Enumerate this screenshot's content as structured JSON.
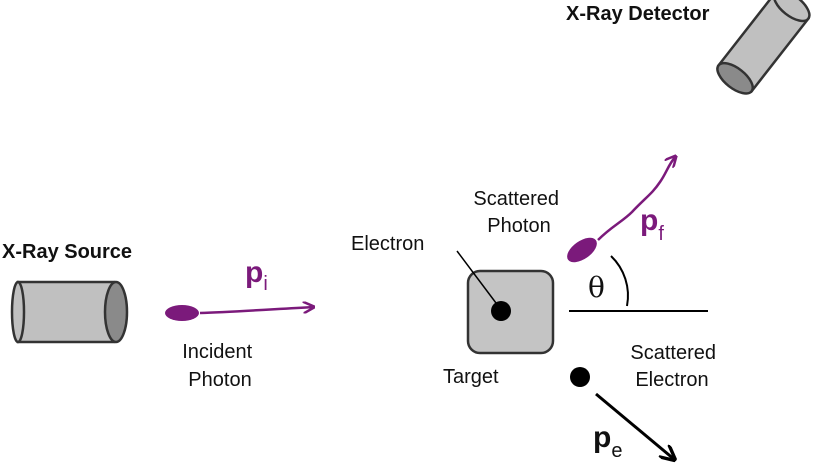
{
  "labels": {
    "detector": "X-Ray Detector",
    "source": "X-Ray Source",
    "incident_1": "Incident",
    "incident_2": "Photon",
    "scattered_photon_1": "Scattered",
    "scattered_photon_2": "Photon",
    "electron": "Electron",
    "target": "Target",
    "scattered_electron_1": "Scattered",
    "scattered_electron_2": "Electron",
    "angle": "θ"
  },
  "momenta": {
    "incident": {
      "symbol": "p",
      "subscript": "i"
    },
    "scattered_photon": {
      "symbol": "p",
      "subscript": "f"
    },
    "electron": {
      "symbol": "p",
      "subscript": "e"
    }
  },
  "colors": {
    "photon": "#7b1a7b",
    "cylinder_body": "#c0c0c0",
    "cylinder_end": "#8a8a8a",
    "target_fill": "#c4c4c4",
    "electron": "#000000",
    "outline": "#333333"
  }
}
